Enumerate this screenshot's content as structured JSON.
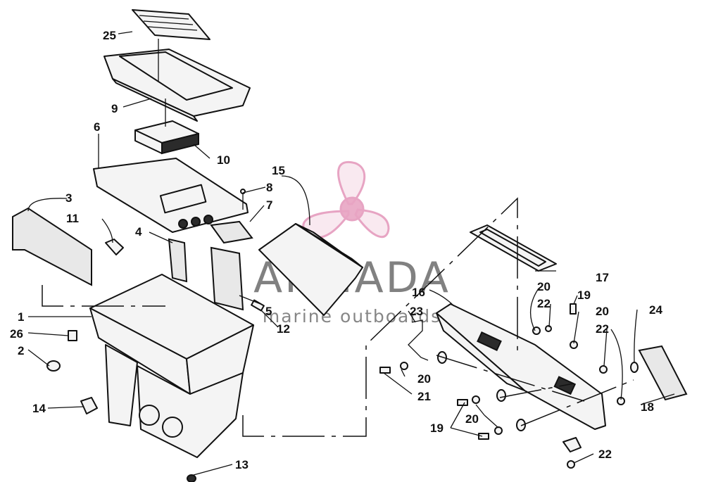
{
  "watermark": {
    "brand": "ARMADA",
    "tagline": "marine outboards",
    "logo_icon": "propeller-icon",
    "logo_color": "#e59bbd",
    "text_color": "#5a5a5a"
  },
  "callouts": {
    "c25": "25",
    "c9": "9",
    "c6": "6",
    "c10": "10",
    "c15": "15",
    "c8": "8",
    "c7": "7",
    "c3": "3",
    "c11": "11",
    "c4": "4",
    "c1": "1",
    "c26": "26",
    "c2": "2",
    "c14": "14",
    "c13": "13",
    "c5": "5",
    "c12": "12",
    "c17": "17",
    "c16": "16",
    "c23": "23",
    "c20a": "20",
    "c22a": "22",
    "c19a": "19",
    "c20b": "20",
    "c22b": "22",
    "c24": "24",
    "c20c": "20",
    "c21": "21",
    "c18": "18",
    "c19b": "19",
    "c20d": "20",
    "c22c": "22"
  }
}
